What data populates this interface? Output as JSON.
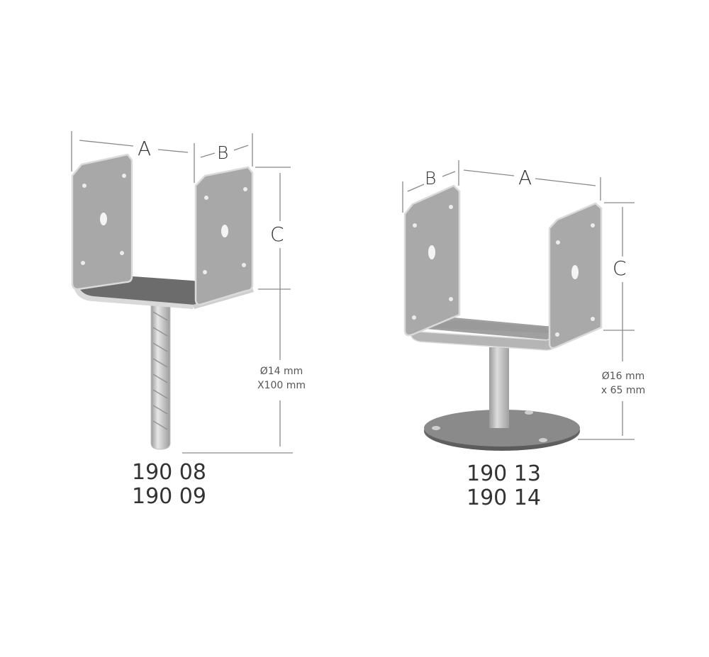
{
  "products": [
    {
      "type": "u-post-base-rebar-anchor",
      "dimensions": {
        "width_label": "A",
        "depth_label": "B",
        "height_label": "C"
      },
      "anchor_spec": {
        "line1": "Ø14 mm",
        "line2": "X100 mm"
      },
      "codes": [
        "190 08",
        "190 09"
      ]
    },
    {
      "type": "u-post-base-round-foot-plate",
      "dimensions": {
        "width_label": "A",
        "depth_label": "B",
        "height_label": "C"
      },
      "anchor_spec": {
        "line1": "Ø16 mm",
        "line2": "x 65 mm"
      },
      "codes": [
        "190 13",
        "190 14"
      ]
    }
  ],
  "colors": {
    "plate": "#a9a9a9",
    "plate_dark": "#6e6e6e",
    "plate_edge": "#d8d8d8",
    "hole": "#ffffff",
    "dim_line": "#888888",
    "text": "#333333"
  }
}
